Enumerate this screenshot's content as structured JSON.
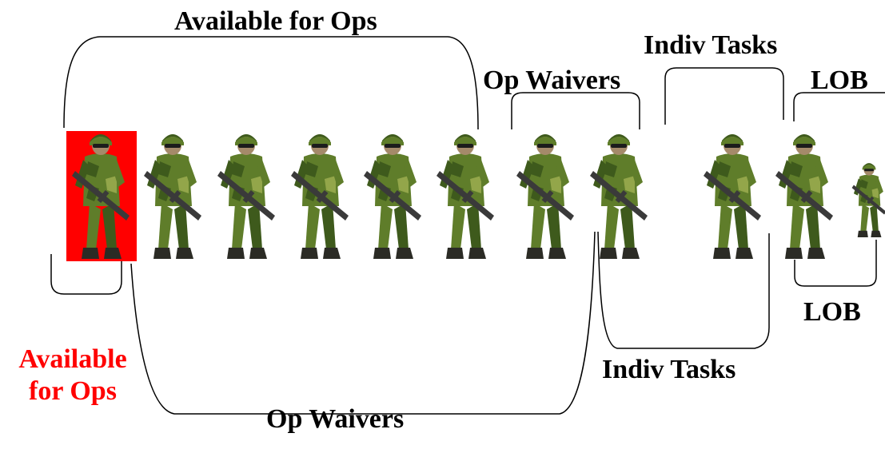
{
  "labels": {
    "top_available": "Available for Ops",
    "top_indiv": "Indiv Tasks",
    "top_waivers": "Op Waivers",
    "top_lob": "LOB",
    "bottom_lob": "LOB",
    "bottom_indiv": "Indiv Tasks",
    "bottom_available_line1": "Available",
    "bottom_available_line2": "for Ops",
    "bottom_waivers": "Op Waivers"
  },
  "colors": {
    "highlight": "#ff0000",
    "camo_dark": "#3e5a1c",
    "camo_mid": "#5f7d2a",
    "camo_light": "#93a64a",
    "boots": "#2b2b25",
    "rifle": "#3a3a3a"
  },
  "soldiers": [
    {
      "icon": "soldier-icon",
      "highlighted": true
    },
    {
      "icon": "soldier-icon",
      "highlighted": false
    },
    {
      "icon": "soldier-icon",
      "highlighted": false
    },
    {
      "icon": "soldier-icon",
      "highlighted": false
    },
    {
      "icon": "soldier-icon",
      "highlighted": false
    },
    {
      "icon": "soldier-icon",
      "highlighted": false
    },
    {
      "icon": "soldier-icon",
      "highlighted": false
    },
    {
      "icon": "soldier-icon",
      "highlighted": false
    },
    {
      "icon": "soldier-icon",
      "highlighted": false
    },
    {
      "icon": "soldier-icon",
      "highlighted": false
    },
    {
      "icon": "soldier-icon",
      "highlighted": false
    }
  ]
}
